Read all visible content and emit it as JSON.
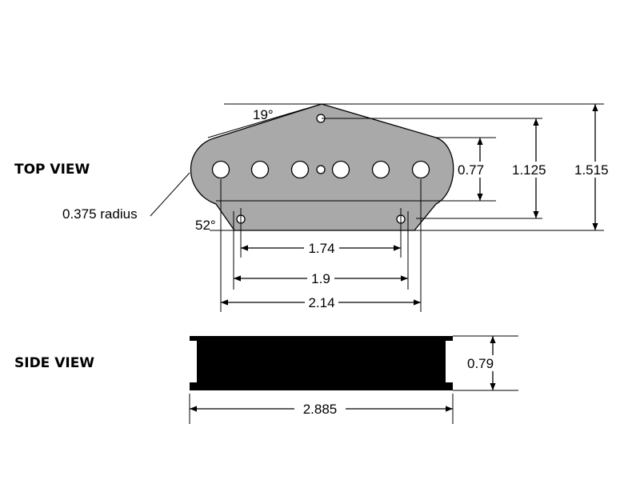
{
  "labels": {
    "top_view": "TOP VIEW",
    "side_view": "SIDE VIEW"
  },
  "dimensions": {
    "angle_top": "19°",
    "angle_bottom": "52°",
    "radius": "0.375 radius",
    "pole_spacing": "1.74",
    "inner_mount_spacing": "1.9",
    "outer_span": "2.14",
    "body_width": "0.77",
    "mid_height": "1.125",
    "total_height": "1.515",
    "side_height": "0.79",
    "side_length": "2.885"
  },
  "colors": {
    "plate_fill": "#a9a9a9",
    "side_fill": "#000000",
    "line": "#000000",
    "background": "#ffffff"
  }
}
